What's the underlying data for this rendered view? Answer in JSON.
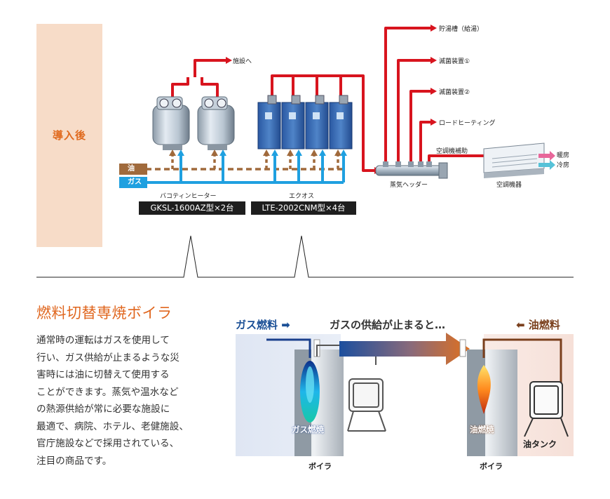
{
  "top": {
    "after_label": "導入後",
    "facility_label": "施設へ",
    "oil_tag": "油",
    "gas_tag": "ガス",
    "heater_name": "バコティンヒーター",
    "heater_model": "GKSL-1600AZ型×2台",
    "ecos_name": "エクオス",
    "ecos_model": "LTE-2002CNM型×4台",
    "outputs": [
      "貯湯槽（給湯）",
      "滅菌装置①",
      "滅菌装置②",
      "ロードヒーティング"
    ],
    "aircon_aux": "空調機補助",
    "header_label": "蒸気ヘッダー",
    "aircon_label": "空調機器",
    "heating": "暖房",
    "cooling": "冷房"
  },
  "section": {
    "title": "燃料切替専焼ボイラ",
    "lines": [
      "通常時の運転はガスを使用して",
      "行い、ガス供給が止まるような災",
      "害時には油に切替えて使用する",
      "ことができます。蒸気や温水など",
      "の熱源供給が常に必要な施設に",
      "最適で、病院、ホテル、老健施設、",
      "官庁施設などで採用されている、",
      "注目の商品です。"
    ]
  },
  "switch": {
    "gas_fuel": "ガス燃料 ➡",
    "middle": "ガスの供給が止まると…",
    "oil_fuel": "⬅ 油燃料",
    "gas_burn": "ガス燃焼",
    "oil_burn": "油燃焼",
    "boiler": "ボイラ",
    "oil_tank": "油タンク"
  },
  "colors": {
    "accent": "#e0661e",
    "steam": "#d8141e",
    "gas": "#1fa0e0",
    "oil": "#a06a3c",
    "boiler_blue": "#2e5ea8"
  }
}
